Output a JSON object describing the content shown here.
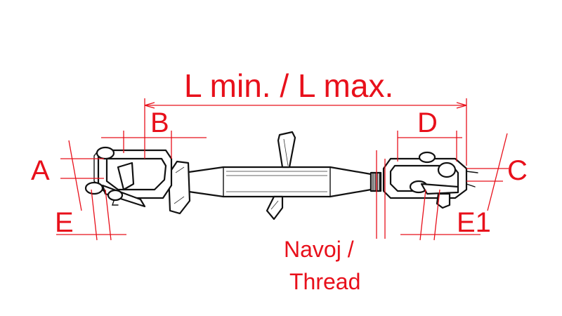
{
  "labels": {
    "length": "L min. / L max.",
    "b": "B",
    "d": "D",
    "a": "A",
    "c": "C",
    "e": "E",
    "e1": "E1",
    "thread_line1": "Navoj /",
    "thread_line2": "Thread"
  },
  "colors": {
    "dimension": "#e8101b",
    "ink": "#111111",
    "background": "#ffffff"
  }
}
